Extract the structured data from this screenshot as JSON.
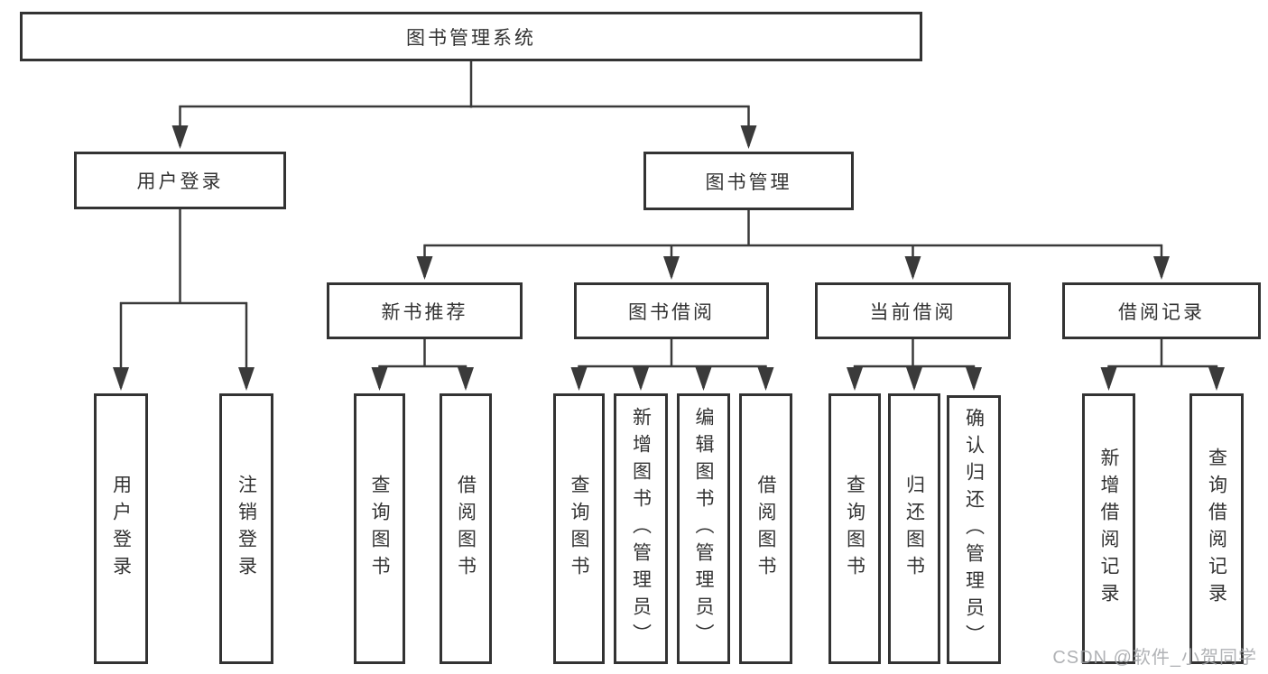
{
  "diagram": {
    "root": {
      "label": "图书管理系统"
    },
    "children": [
      {
        "label": "用户登录",
        "children": [
          {
            "label": "用户登录"
          },
          {
            "label": "注销登录"
          }
        ]
      },
      {
        "label": "图书管理",
        "children": [
          {
            "label": "新书推荐",
            "children": [
              {
                "label": "查询图书"
              },
              {
                "label": "借阅图书"
              }
            ]
          },
          {
            "label": "图书借阅",
            "children": [
              {
                "label": "查询图书"
              },
              {
                "label": "新增图书（管理员）"
              },
              {
                "label": "编辑图书（管理员）"
              },
              {
                "label": "借阅图书"
              }
            ]
          },
          {
            "label": "当前借阅",
            "children": [
              {
                "label": "查询图书"
              },
              {
                "label": "归还图书"
              },
              {
                "label": "确认归还（管理员）"
              }
            ]
          },
          {
            "label": "借阅记录",
            "children": [
              {
                "label": "新增借阅记录"
              },
              {
                "label": "查询借阅记录"
              }
            ]
          }
        ]
      }
    ]
  },
  "watermark": {
    "text": "CSDN @软件_小贺同学"
  },
  "colors": {
    "line": "#3a3a3a",
    "border": "#333333",
    "text": "#333333",
    "background": "#ffffff",
    "watermark": "#a2a4a8"
  }
}
